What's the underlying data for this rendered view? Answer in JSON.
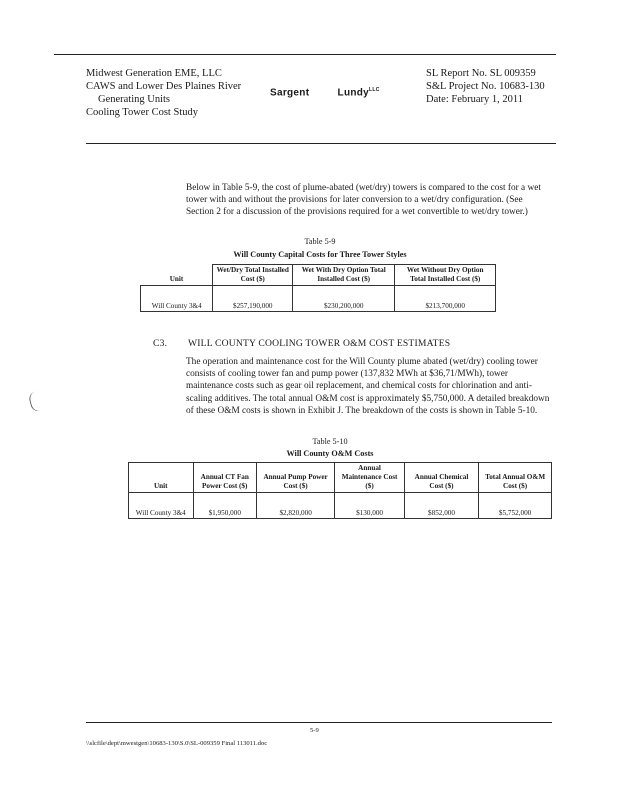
{
  "header": {
    "left": [
      "Midwest Generation EME, LLC",
      "CAWS and Lower Des Plaines River",
      "Generating Units",
      "Cooling Tower Cost Study"
    ],
    "logo_left": "Sargent",
    "logo_right": "Lundy",
    "logo_suffix": "LLC",
    "right": [
      "SL Report No. SL 009359",
      "S&L Project No. 10683-130",
      "Date:  February 1, 2011"
    ]
  },
  "intro": "Below in Table 5-9, the cost of plume-abated (wet/dry) towers is compared to the cost for a wet tower with and without the provisions for later conversion to a wet/dry configuration.  (See Section 2 for a discussion of the provisions required for a wet convertible to wet/dry tower.)",
  "table9": {
    "number": "Table 5-9",
    "title": "Will County Capital Costs for Three Tower Styles",
    "headers": [
      "Unit",
      "Wet/Dry Total Installed Cost ($)",
      "Wet With Dry Option Total Installed Cost ($)",
      "Wet Without Dry Option Total Installed Cost ($)"
    ],
    "row": [
      "Will County 3&4",
      "$257,190,000",
      "$230,200,000",
      "$213,700,000"
    ]
  },
  "section": {
    "num": "C3.",
    "title": "WILL COUNTY COOLING TOWER O&M COST ESTIMATES"
  },
  "om_para": "The operation and maintenance cost for the Will County plume abated (wet/dry) cooling tower consists of cooling tower fan and pump power (137,832 MWh at $36,71/MWh), tower maintenance costs such as gear oil replacement, and chemical costs for chlorination and anti-scaling additives.  The total annual O&M cost is approximately $5,750,000.  A detailed breakdown of these O&M costs is shown in Exhibit J.  The breakdown of the costs is shown in Table 5-10.",
  "table10": {
    "number": "Table 5-10",
    "title": "Will County O&M Costs",
    "headers": [
      "Unit",
      "Annual CT Fan Power Cost ($)",
      "Annual Pump Power Cost ($)",
      "Annual Maintenance Cost ($)",
      "Annual Chemical Cost ($)",
      "Total Annual O&M Cost ($)"
    ],
    "row": [
      "Will County 3&4",
      "$1,950,000",
      "$2,820,000",
      "$130,000",
      "$852,000",
      "$5,752,000"
    ]
  },
  "page_number": "5-9",
  "file_path": "\\\\slcfile\\dept\\mwestgen\\10683-130\\S.0\\SL-009359 Final 113011.doc"
}
